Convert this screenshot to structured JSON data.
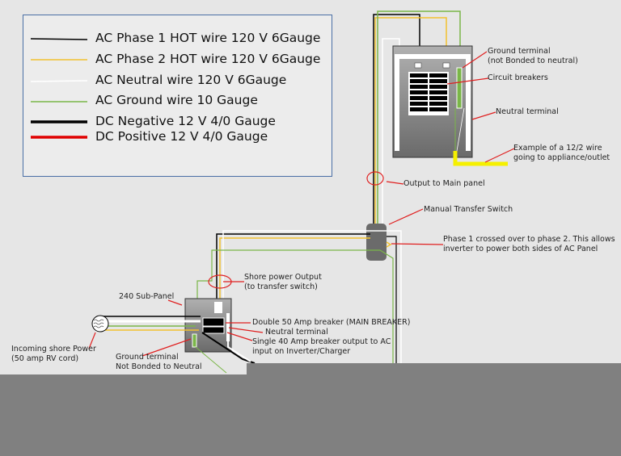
{
  "legend": {
    "items": [
      {
        "label": "AC Phase 1 HOT wire 120 V  6Gauge",
        "color": "#000000"
      },
      {
        "label": "AC Phase 2 HOT wire 120 V  6Gauge",
        "color": "#f2c12e"
      },
      {
        "label": "AC Neutral wire 120 V  6Gauge",
        "color": "#ffffff"
      },
      {
        "label": "AC Ground wire   10 Gauge",
        "color": "#7ab648"
      },
      {
        "label": "DC Negative 12 V  4/0 Gauge",
        "color": "#000000"
      },
      {
        "label": "DC Positive 12 V  4/0 Gauge",
        "color": "#e00000"
      }
    ]
  },
  "labels": {
    "ground_terminal_main": "Ground terminal",
    "ground_terminal_main_2": "(not Bonded to neutral)",
    "circuit_breakers": "Circuit breakers",
    "neutral_terminal_main": "Neutral terminal",
    "example_wire": "Example of a 12/2 wire",
    "example_wire_2": "going to appliance/outlet",
    "output_main": "Output to Main panel",
    "transfer_switch": "Manual Transfer Switch",
    "phase_cross": "Phase 1 crossed over to phase 2. This allows",
    "phase_cross_2": "inverter to power both sides of AC Panel",
    "shore_output": "Shore power Output",
    "shore_output_2": "(to transfer switch)",
    "sub_panel": "240 Sub-Panel",
    "main_breaker": "Double 50 Amp breaker (MAIN BREAKER)",
    "neutral_terminal_sub": "Neutral terminal",
    "single_breaker": "Single 40 Amp breaker output to AC",
    "single_breaker_2": "input on Inverter/Charger",
    "incoming": "Incoming shore Power",
    "incoming_2": "(50 amp RV cord)",
    "ground_terminal_sub": "Ground terminal",
    "ground_terminal_sub_2": "Not Bonded to Neutral"
  }
}
